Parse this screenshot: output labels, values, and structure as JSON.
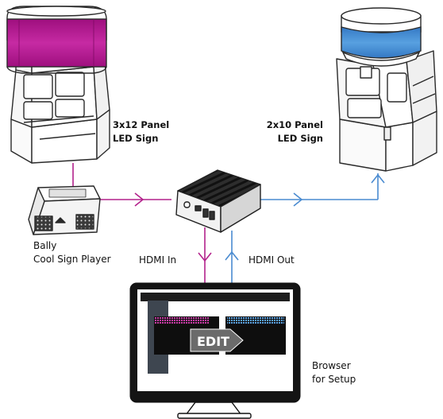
{
  "labels": {
    "left_sign": [
      "3x12 Panel",
      "LED Sign"
    ],
    "right_sign": [
      "2x10 Panel",
      "LED Sign"
    ],
    "player": [
      "Bally",
      "Cool Sign Player"
    ],
    "hdmi_in": "HDMI In",
    "hdmi_out": "HDMI Out",
    "browser": [
      "Browser",
      "for Setup"
    ],
    "edit": "EDIT"
  },
  "colors": {
    "left_sign": "#b3138f",
    "right_sign": "#3f86cf",
    "connection_in": "#b3228c",
    "connection_out": "#4a8bd0",
    "outline": "#2a2a2a"
  }
}
